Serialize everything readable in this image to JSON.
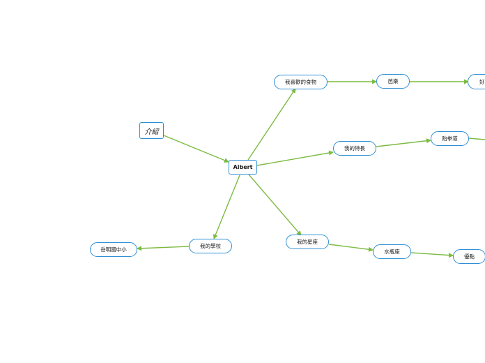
{
  "nodes": {
    "root": "Albert",
    "intro": "介紹",
    "food": "我喜歡的食物",
    "guava": "芭樂",
    "tasty": "好",
    "talent": "我的特長",
    "taekwondo": "跆拳道",
    "zodiac": "我的星座",
    "aquarius": "水瓶座",
    "merit": "優點",
    "school": "我的學校",
    "school_name": "岳明國中小"
  },
  "colors": {
    "edge": "#7cbb42",
    "node_border": "#2f8fd6",
    "background": "#ffffff"
  }
}
